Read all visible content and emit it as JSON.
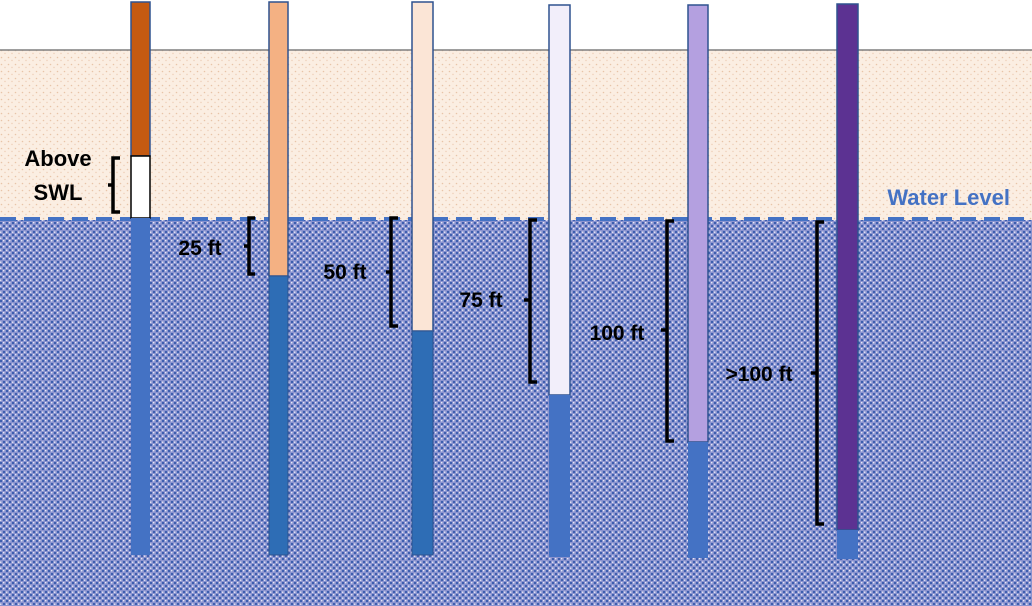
{
  "labels": {
    "above_swl_line1": "Above",
    "above_swl_line2": "SWL",
    "water_level": "Water Level",
    "depth_25": "25 ft",
    "depth_50": "50 ft",
    "depth_75": "75 ft",
    "depth_100": "100 ft",
    "depth_over_100": ">100 ft"
  },
  "colors": {
    "sand_base": "#fbeee2",
    "sand_speck": "#e8c4a8",
    "water_base": "#8a93cf",
    "water_speck_a": "#3e5fae",
    "water_speck_b": "#ffffff",
    "water_level_line": "#4472c4",
    "ground_line": "#7f7f7f",
    "well_screen": "#4472c4",
    "casing_above_swl": "#c55a11",
    "casing_25": "#f4b183",
    "casing_50": "#fbe5d6",
    "casing_75": "#f2eefa",
    "casing_100": "#b4a0e0",
    "casing_over_100": "#5c3292"
  }
}
